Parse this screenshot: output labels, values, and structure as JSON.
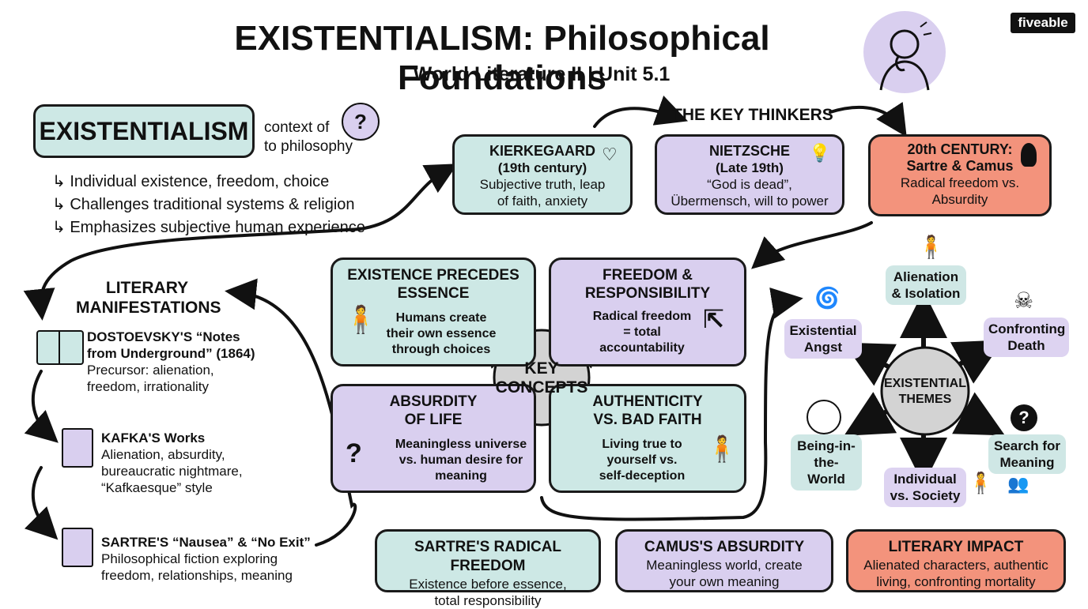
{
  "header": {
    "title": "EXISTENTIALISM: Philosophical Foundations",
    "subtitle": "World Literature II | Unit 5.1",
    "logo": "fiveable"
  },
  "intro": {
    "label": "EXISTENTIALISM",
    "context_line1": "context of",
    "context_line2": "to philosophy",
    "bullets": [
      "Individual existence, freedom, choice",
      "Challenges traditional systems & religion",
      "Emphasizes subjective human experience"
    ]
  },
  "thinkers": {
    "heading": "THE KEY THINKERS",
    "kierkegaard": {
      "name": "KIERKEGAARD",
      "era": "(19th century)",
      "line1": "Subjective truth, leap",
      "line2": "of faith, anxiety"
    },
    "nietzsche": {
      "name": "NIETZSCHE",
      "era": "(Late 19th)",
      "line1": "“God is dead”,",
      "line2": "Übermensch, will to power"
    },
    "modern": {
      "name": "20th CENTURY:",
      "era": "Sartre & Camus",
      "line1": "Radical freedom vs.",
      "line2": "Absurdity"
    }
  },
  "literary": {
    "heading_line1": "LITERARY",
    "heading_line2": "MANIFESTATIONS",
    "items": [
      {
        "title_line1": "DOSTOEVSKY'S “Notes",
        "title_line2": "from Underground” (1864)",
        "desc_line1": "Precursor: alienation,",
        "desc_line2": "freedom, irrationality"
      },
      {
        "title_line1": "KAFKA'S Works",
        "title_line2": "",
        "desc_line1": "Alienation, absurdity,",
        "desc_line2": "bureaucratic nightmare,",
        "desc_line3": "“Kafkaesque” style"
      },
      {
        "title_line1": "SARTRE'S “Nausea” & “No Exit”",
        "title_line2": "",
        "desc_line1": "Philosophical fiction exploring",
        "desc_line2": "freedom, relationships, meaning"
      }
    ]
  },
  "concepts": {
    "center_line1": "KEY",
    "center_line2": "CONCEPTS",
    "existence": {
      "title1": "EXISTENCE PRECEDES",
      "title2": "ESSENCE",
      "d1": "Humans create",
      "d2": "their own essence",
      "d3": "through choices"
    },
    "freedom": {
      "title1": "FREEDOM &",
      "title2": "RESPONSIBILITY",
      "d1": "Radical freedom",
      "d2": "= total",
      "d3": "accountability"
    },
    "absurdity": {
      "title1": "ABSURDITY",
      "title2": "OF LIFE",
      "d1": "Meaningless universe",
      "d2": "vs. human desire for",
      "d3": "meaning"
    },
    "authenticity": {
      "title1": "AUTHENTICITY",
      "title2": "VS. BAD FAITH",
      "d1": "Living true to",
      "d2": "yourself vs.",
      "d3": "self-deception"
    }
  },
  "themes": {
    "center_line1": "EXISTENTIAL",
    "center_line2": "THEMES",
    "alienation": [
      "Alienation",
      "& Isolation"
    ],
    "angst": [
      "Existential",
      "Angst"
    ],
    "death": [
      "Confronting",
      "Death"
    ],
    "being": [
      "Being-in-",
      "the-World"
    ],
    "search": [
      "Search for",
      "Meaning"
    ],
    "individual": [
      "Individual",
      "vs. Society"
    ]
  },
  "bottom": {
    "sartre": {
      "title": "SARTRE'S RADICAL FREEDOM",
      "d1": "Existence before essence,",
      "d2": "total responsibility"
    },
    "camus": {
      "title": "CAMUS'S ABSURDITY",
      "d1": "Meaningless world, create",
      "d2": "your own meaning"
    },
    "impact": {
      "title": "LITERARY IMPACT",
      "d1": "Alienated characters, authentic",
      "d2": "living, confronting mortality"
    }
  },
  "colors": {
    "teal": "#cde8e5",
    "purple": "#d9cfef",
    "orange": "#f3937c",
    "center": "#d3d3d3"
  }
}
